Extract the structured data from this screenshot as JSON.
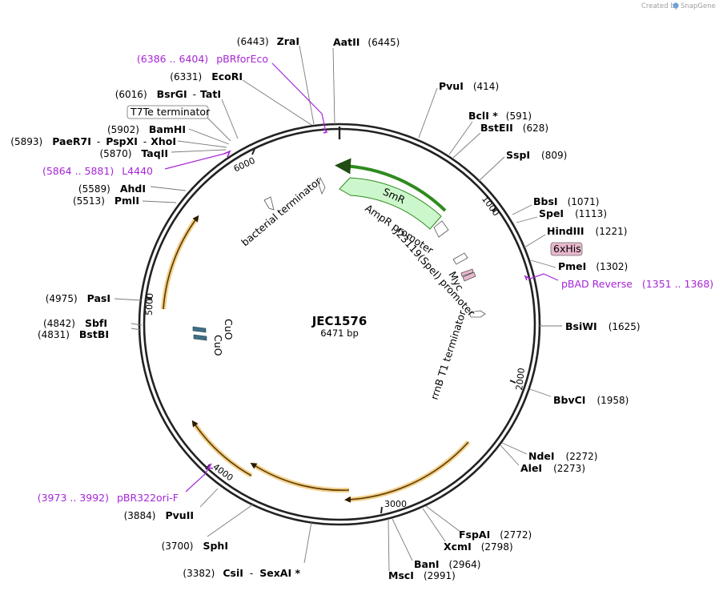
{
  "plasmid": {
    "name": "JEC1576",
    "length_label": "6471 bp",
    "length_bp": 6471
  },
  "branding": {
    "created_by": "Created by",
    "product": "SnapGene"
  },
  "ruler_ticks": [
    "1000",
    "2000",
    "3000",
    "4000",
    "5000",
    "6000"
  ],
  "enzymes": [
    {
      "name": "ZraI",
      "pos": "(6443)"
    },
    {
      "name": "AatII",
      "pos": "(6445)"
    },
    {
      "name": "PvuI",
      "pos": "(414)"
    },
    {
      "name": "BclI *",
      "pos": "(591)"
    },
    {
      "name": "BstEII",
      "pos": "(628)"
    },
    {
      "name": "SspI",
      "pos": "(809)"
    },
    {
      "name": "BbsI",
      "pos": "(1071)"
    },
    {
      "name": "SpeI",
      "pos": "(1113)"
    },
    {
      "name": "HindIII",
      "pos": "(1221)"
    },
    {
      "name": "PmeI",
      "pos": "(1302)"
    },
    {
      "name": "BsiWI",
      "pos": "(1625)"
    },
    {
      "name": "BbvCI",
      "pos": "(1958)"
    },
    {
      "name": "NdeI",
      "pos": "(2272)"
    },
    {
      "name": "AleI",
      "pos": "(2273)"
    },
    {
      "name": "FspAI",
      "pos": "(2772)"
    },
    {
      "name": "XcmI",
      "pos": "(2798)"
    },
    {
      "name": "BanI",
      "pos": "(2964)"
    },
    {
      "name": "MscI",
      "pos": "(2991)"
    },
    {
      "name": "CsiI",
      "pos": "(3382)"
    },
    {
      "name": "SexAI *",
      "pos": ""
    },
    {
      "name": "SphI",
      "pos": "(3700)"
    },
    {
      "name": "PvuII",
      "pos": "(3884)"
    },
    {
      "name": "BstBI",
      "pos": "(4831)"
    },
    {
      "name": "SbfI",
      "pos": "(4842)"
    },
    {
      "name": "PasI",
      "pos": "(4975)"
    },
    {
      "name": "PmlI",
      "pos": "(5513)"
    },
    {
      "name": "AhdI",
      "pos": "(5589)"
    },
    {
      "name": "TaqII",
      "pos": "(5870)"
    },
    {
      "name": "PaeR7I",
      "pos": "(5893)"
    },
    {
      "name": "PspXI",
      "pos": ""
    },
    {
      "name": "XhoI",
      "pos": ""
    },
    {
      "name": "BamHI",
      "pos": "(5902)"
    },
    {
      "name": "BsrGI",
      "pos": "(6016)"
    },
    {
      "name": "TatI",
      "pos": ""
    },
    {
      "name": "EcoRI",
      "pos": "(6331)"
    }
  ],
  "primers": [
    {
      "name": "pBRforEco",
      "range": "(6386 .. 6404)"
    },
    {
      "name": "L4440",
      "range": "(5864 .. 5881)"
    },
    {
      "name": "pBAD Reverse",
      "range": "(1351 .. 1368)"
    },
    {
      "name": "pBR322ori-F",
      "range": "(3973 .. 3992)"
    }
  ],
  "features": {
    "smr": "SmR",
    "ampr_promoter": "AmpR promoter",
    "j23119_promoter": "J23119(SpeI) promoter",
    "myc": "Myc",
    "rrnb_terminator": "rrnB T1 terminator",
    "bacterial_terminator": "bacterial terminator",
    "t7te_terminator": "T7Te terminator",
    "his_tag": "6xHis",
    "cuo_1": "CuO",
    "cuo_2": "CuO"
  },
  "colors": {
    "backbone": "#222222",
    "smr_fill": "#ccf7cc",
    "smr_arc": "#2e8b1e",
    "origin_arc": "#d79a2e",
    "primer": "#a626d6",
    "his_tag_fill": "#e8b7cc",
    "cuo_fill": "#3f6f86"
  }
}
